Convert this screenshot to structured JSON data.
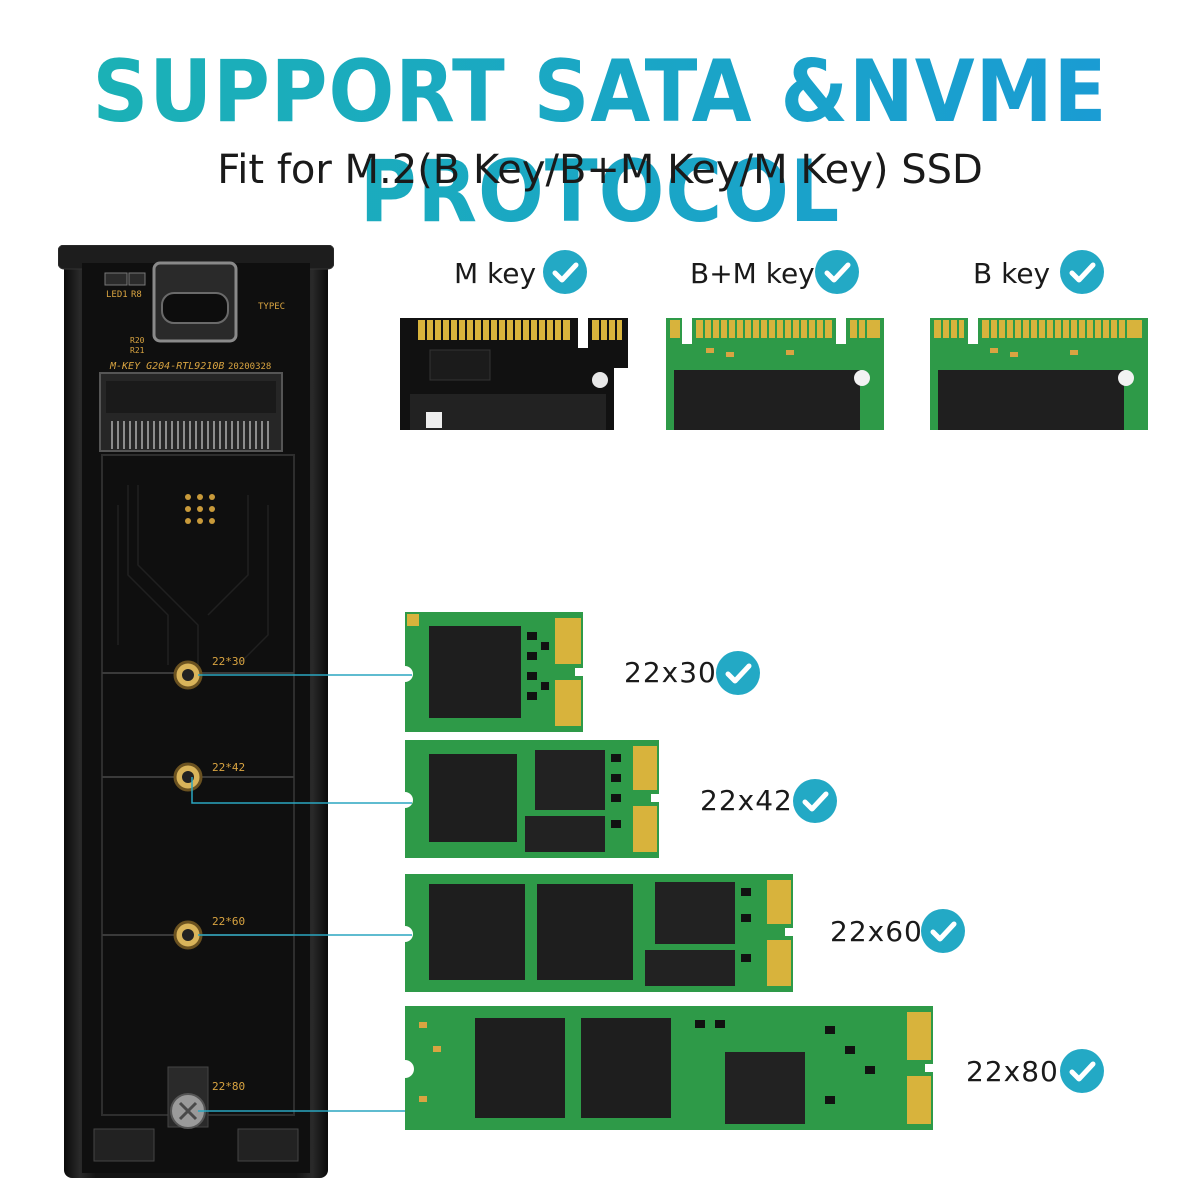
{
  "headline": "SUPPORT SATA &NVME PROTOCOL",
  "subline": "Fit for M.2(B Key/B+M Key/M Key) SSD",
  "key_types": [
    {
      "label": "M key",
      "check_icon": "check-icon"
    },
    {
      "label": "B+M key",
      "check_icon": "check-icon"
    },
    {
      "label": "B key",
      "check_icon": "check-icon"
    }
  ],
  "sizes": [
    {
      "label": "22x30",
      "check_icon": "check-icon"
    },
    {
      "label": "22x42",
      "check_icon": "check-icon"
    },
    {
      "label": "22x60",
      "check_icon": "check-icon"
    },
    {
      "label": "22x80",
      "check_icon": "check-icon"
    }
  ],
  "enclosure_silkscreen": {
    "led": "LED1",
    "r8": "R8",
    "port": "TYPEC",
    "r20": "R20",
    "r21": "R21",
    "model": "M-KEY G204-RTL9210B",
    "date": "20200328",
    "mount_1": "22*30",
    "mount_2": "22*42",
    "mount_3": "22*60",
    "mount_4": "22*80"
  },
  "colors": {
    "accent": "#23a9c5",
    "headline_start": "#1bb3b3",
    "headline_end": "#1a9ad6",
    "pcb_green": "#2e9a48",
    "chip_black": "#1e1e1e",
    "gold": "#d9b23a",
    "enclosure": "#151515"
  }
}
